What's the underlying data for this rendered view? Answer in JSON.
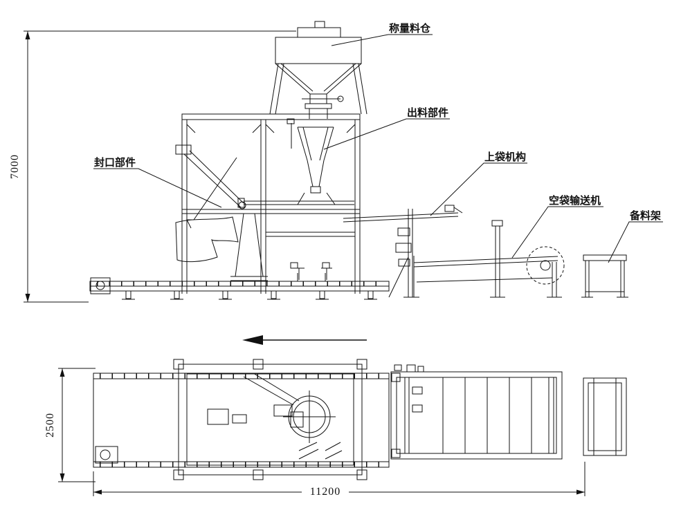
{
  "drawing": {
    "callouts": {
      "weighing_hopper": "称量料仓",
      "discharge_part": "出料部件",
      "sealing_part": "封口部件",
      "bag_loading_mechanism": "上袋机构",
      "empty_bag_conveyor": "空袋输送机",
      "stock_rack": "备料架"
    },
    "dimensions": {
      "overall_height": "7000",
      "overall_width": "2500",
      "overall_length": "11200"
    },
    "colors": {
      "line": "#111111",
      "background": "#ffffff"
    }
  }
}
